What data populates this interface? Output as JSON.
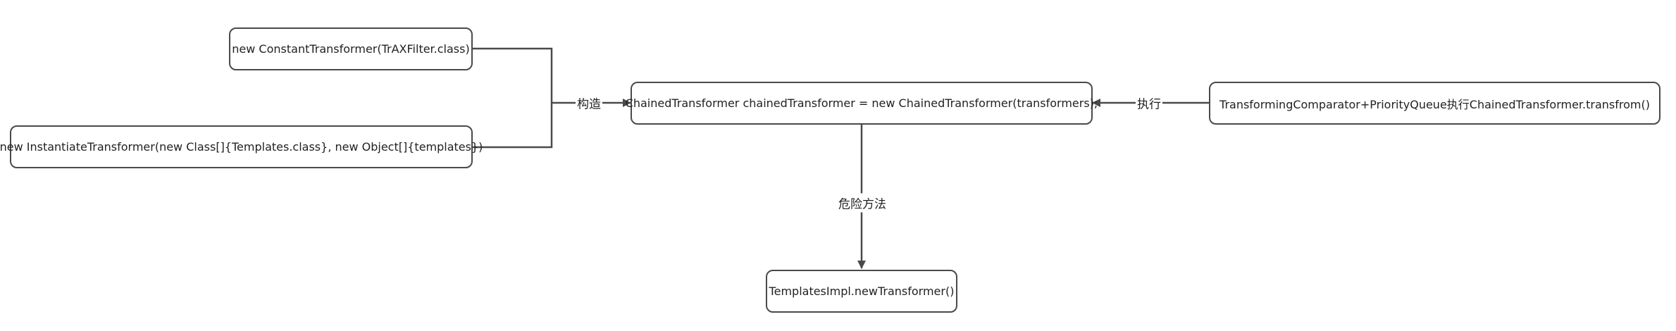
{
  "nodes": {
    "constant": "new ConstantTransformer(TrAXFilter.class)",
    "instantiate": "new InstantiateTransformer(new Class[]{Templates.class}, new Object[]{templates})",
    "chained": "ChainedTransformer chainedTransformer = new ChainedTransformer(transformers);",
    "comparator": "TransformingComparator+PriorityQueue执行ChainedTransformer.transfrom()",
    "templates": "TemplatesImpl.newTransformer()"
  },
  "edges": {
    "construct": "构造",
    "execute": "执行",
    "danger": "危险方法"
  }
}
